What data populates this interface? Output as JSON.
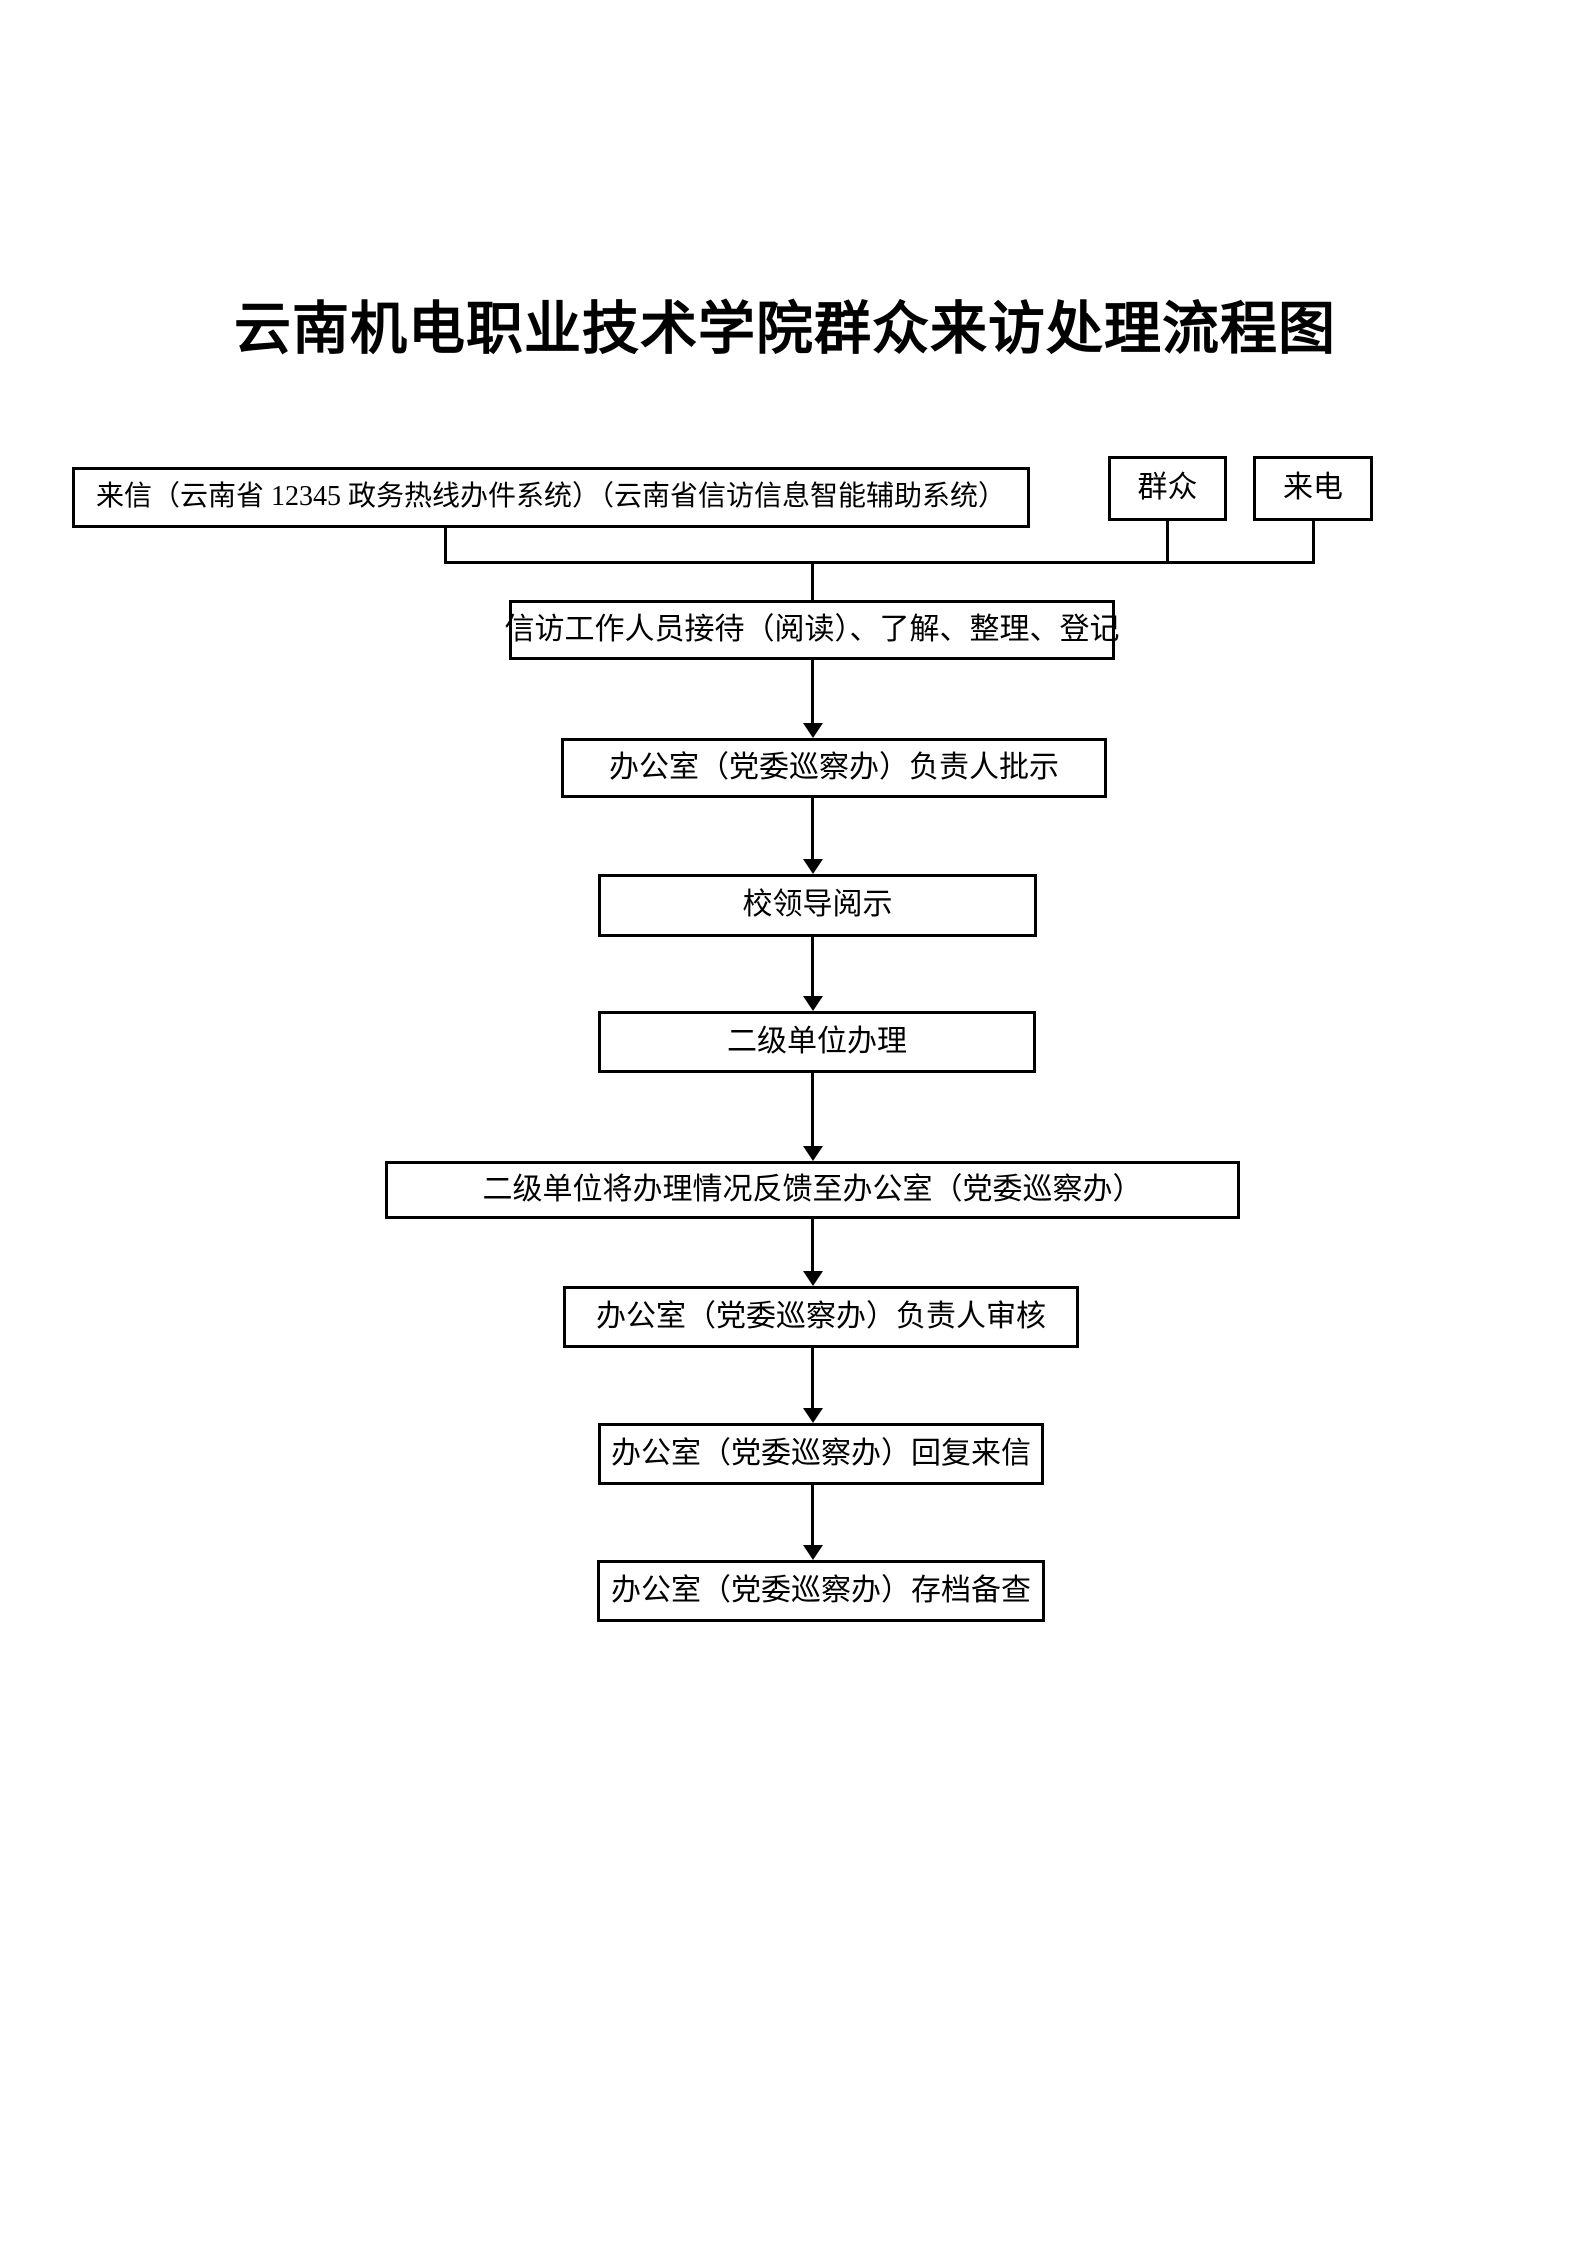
{
  "page": {
    "title": "云南机电职业技术学院群众来访处理流程图"
  },
  "diagram": {
    "sources": {
      "letter": "来信（云南省 12345 政务热线办件系统）（云南省信访信息智能辅助系统）",
      "crowd": "群众",
      "call": "来电"
    },
    "steps": [
      "信访工作人员接待（阅读）、了解、整理、登记",
      "办公室（党委巡察办）负责人批示",
      "校领导阅示",
      "二级单位办理",
      "二级单位将办理情况反馈至办公室（党委巡察办）",
      "办公室（党委巡察办）负责人审核",
      "办公室（党委巡察办）回复来信",
      "办公室（党委巡察办）存档备查"
    ],
    "colors": {
      "line": "#000000",
      "box_border": "#000000",
      "text": "#000000",
      "background": "#ffffff"
    }
  }
}
